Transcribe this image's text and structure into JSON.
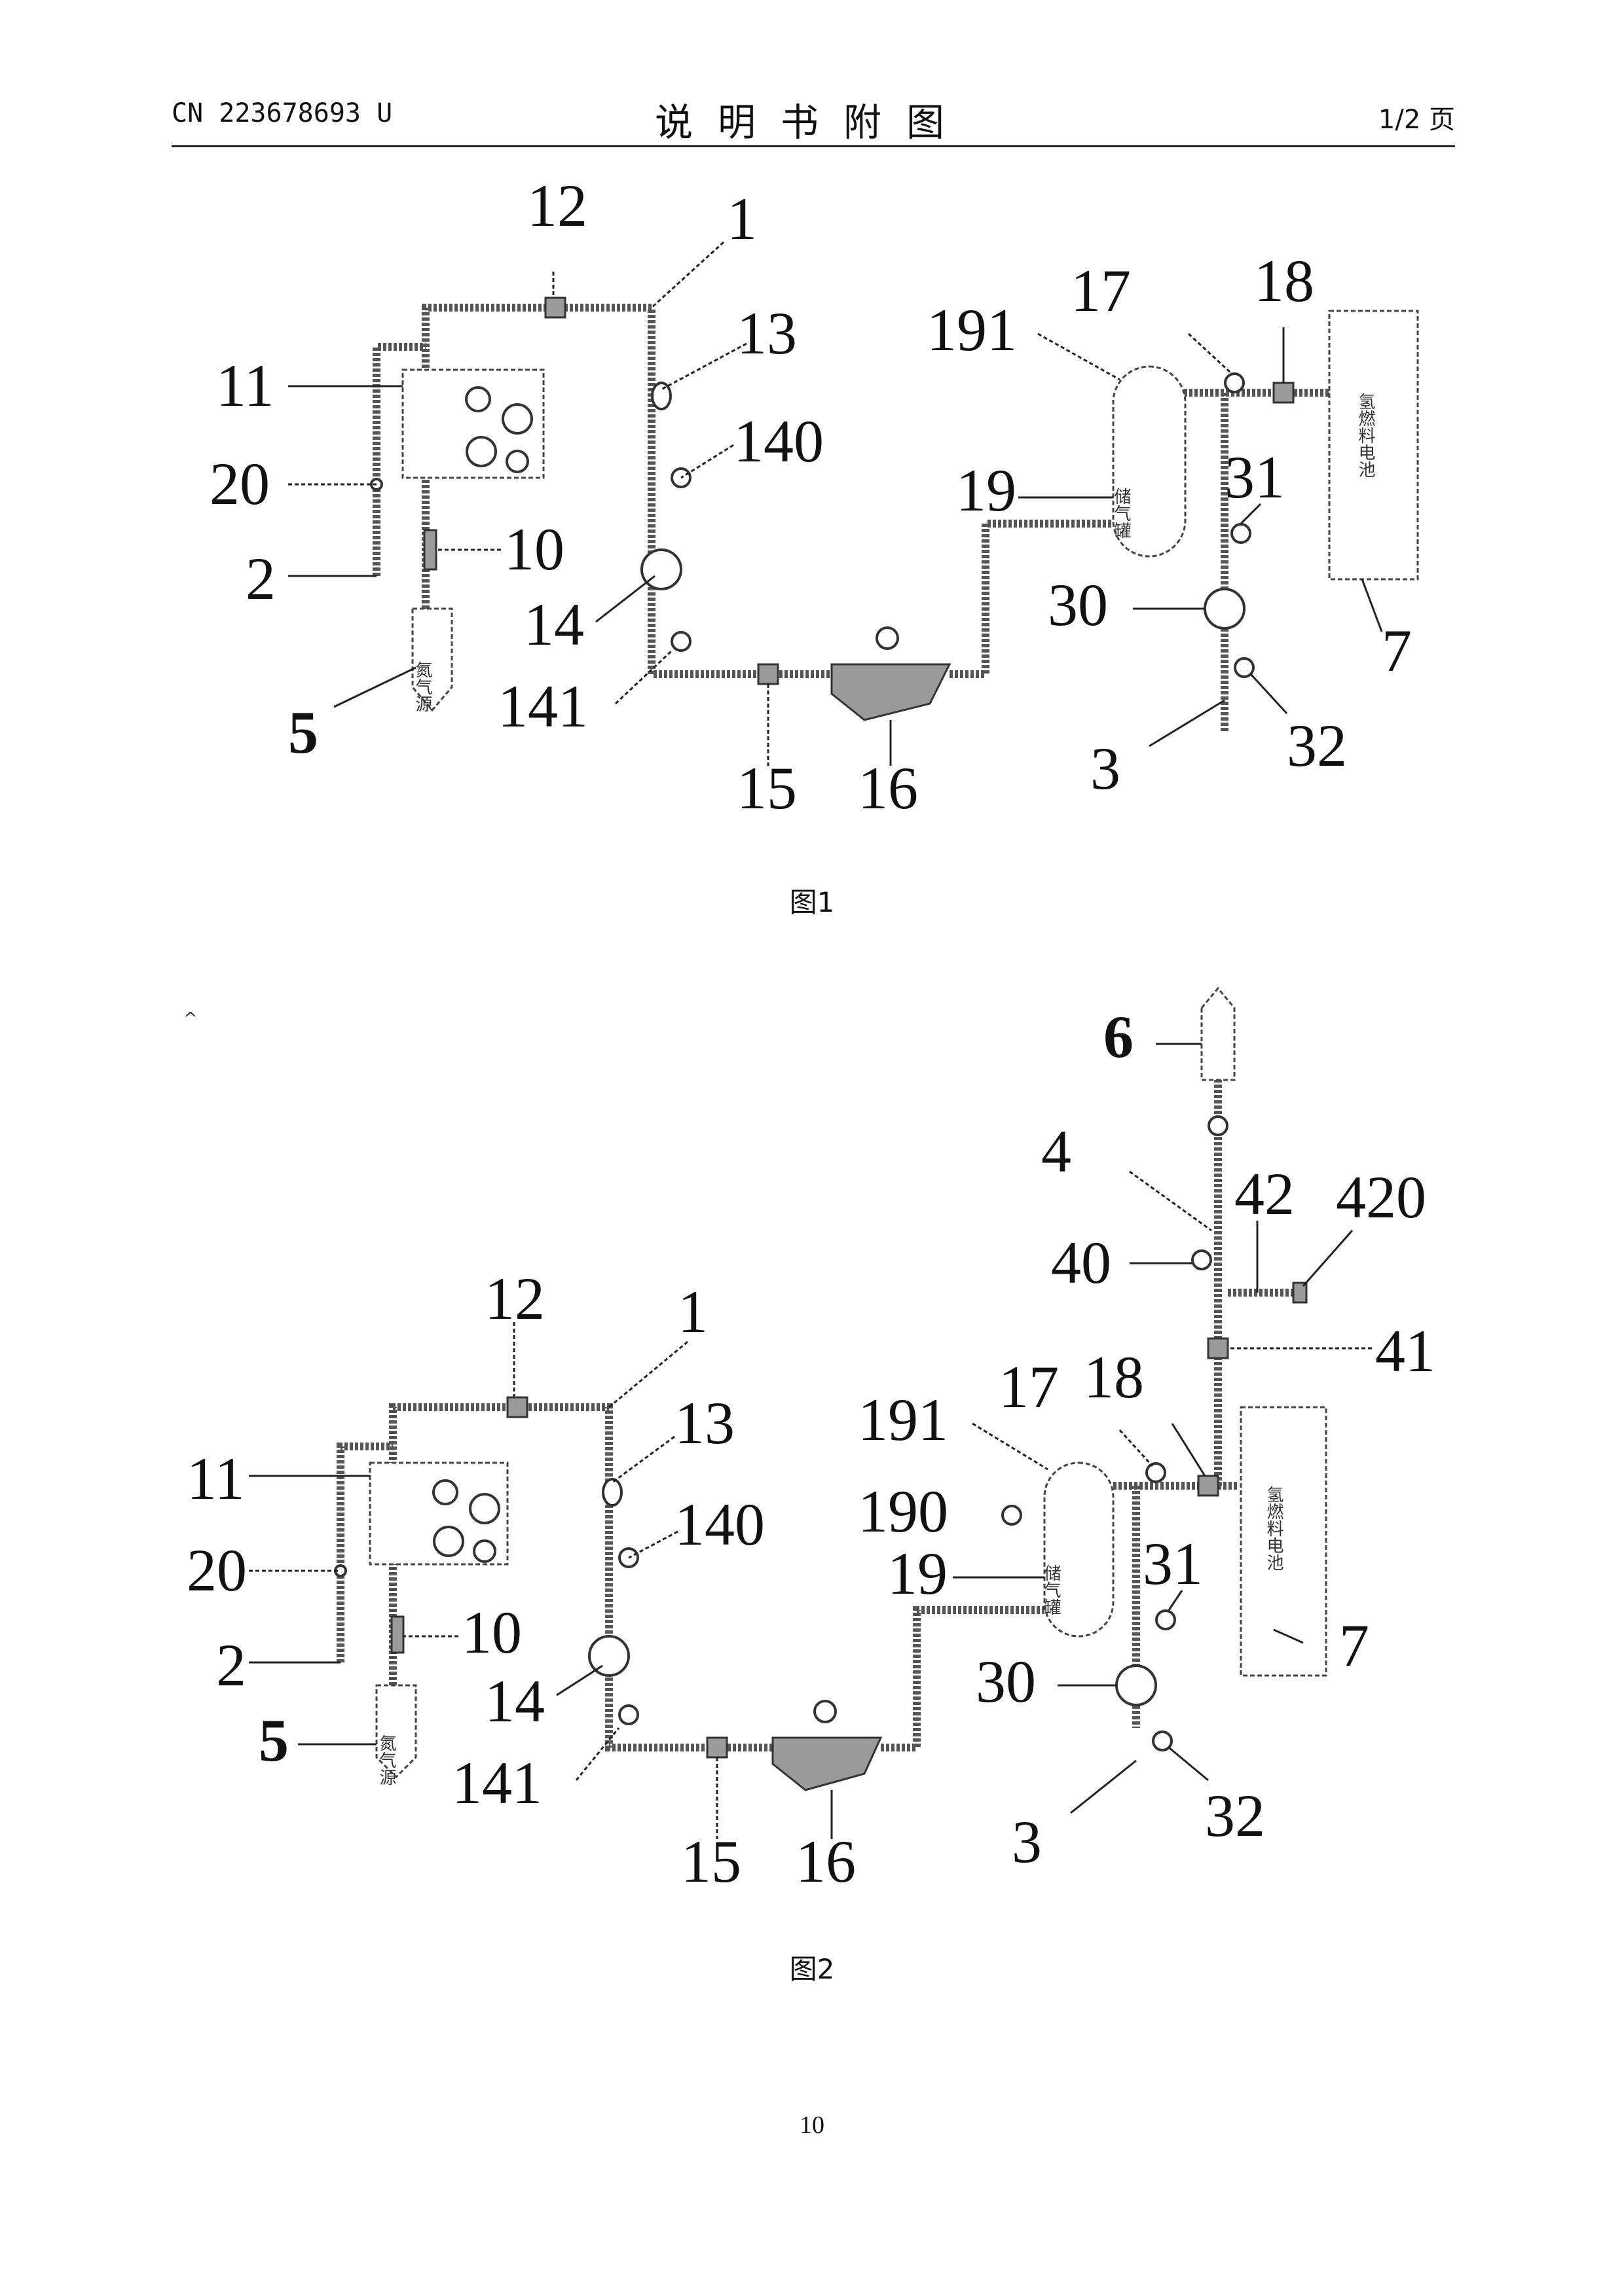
{
  "header": {
    "doc_number": "CN 223678693 U",
    "title": "说明书附图",
    "page_of": "1/2 页"
  },
  "figure1": {
    "caption": "图1",
    "labels": {
      "l1": "1",
      "l2": "2",
      "l3": "3",
      "l5": "5",
      "l7": "7",
      "l10": "10",
      "l11": "11",
      "l12": "12",
      "l13": "13",
      "l14": "14",
      "l15": "15",
      "l16": "16",
      "l17": "17",
      "l18": "18",
      "l19": "19",
      "l20": "20",
      "l30": "30",
      "l31": "31",
      "l32": "32",
      "l140": "140",
      "l141": "141",
      "l191": "191"
    },
    "tags": {
      "source": "氮气源",
      "tank": "储气罐",
      "battery": "氢燃料电池"
    }
  },
  "figure2": {
    "caption": "图2",
    "labels": {
      "l1": "1",
      "l2": "2",
      "l3": "3",
      "l4": "4",
      "l5": "5",
      "l6": "6",
      "l7": "7",
      "l10": "10",
      "l11": "11",
      "l12": "12",
      "l13": "13",
      "l14": "14",
      "l15": "15",
      "l16": "16",
      "l17": "17",
      "l18": "18",
      "l19": "19",
      "l20": "20",
      "l30": "30",
      "l31": "31",
      "l32": "32",
      "l40": "40",
      "l41": "41",
      "l42": "42",
      "l140": "140",
      "l141": "141",
      "l190": "190",
      "l191": "191",
      "l420": "420"
    },
    "tags": {
      "source": "氮气源",
      "tank": "储气罐",
      "battery": "氢燃料电池"
    }
  },
  "mark": "^",
  "page_number": "10"
}
